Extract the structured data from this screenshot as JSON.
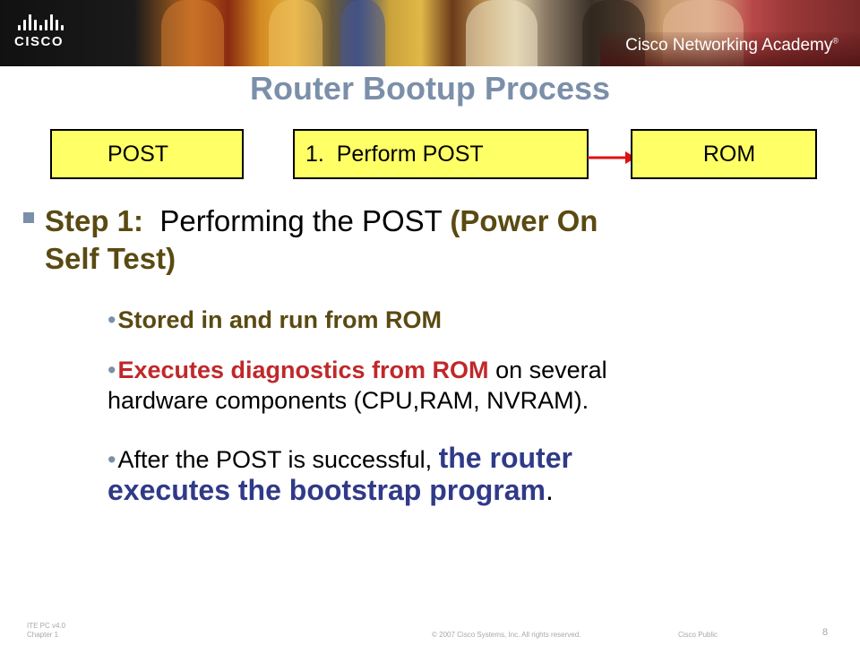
{
  "header": {
    "logo_text": "CISCO",
    "academy_text": "Cisco Networking Academy",
    "academy_mark": "®"
  },
  "slide": {
    "title": "Router Bootup Process",
    "flow": {
      "left_box": "POST",
      "middle_box": "1.  Perform POST",
      "right_box": "ROM"
    },
    "step": {
      "label": "Step 1:",
      "text_plain": "Performing the POST",
      "text_paren_line1": "(Power On",
      "text_paren_line2": "Self Test)"
    },
    "bullets": [
      {
        "bold": "Stored in and run from ROM"
      },
      {
        "red_bold": "Executes diagnostics from ROM",
        "rest_line1": " on several",
        "rest_line2": "hardware components (CPU,RAM, NVRAM)."
      },
      {
        "plain": "After the POST is successful, ",
        "bold_line1": "the router",
        "bold_line2": "executes the bootstrap program",
        "end": "."
      }
    ],
    "bullet_glyph": "•"
  },
  "footer": {
    "course_line1": "ITE PC v4.0",
    "course_line2": "Chapter 1",
    "copyright": "© 2007 Cisco Systems, Inc. All rights reserved.",
    "classification": "Cisco Public",
    "page_number": "8"
  },
  "colors": {
    "title": "#7b8fa9",
    "box_fill": "#ffff66",
    "arrow": "#e01010",
    "olive": "#5a4a12",
    "red": "#c0282a",
    "navy": "#303a88"
  }
}
